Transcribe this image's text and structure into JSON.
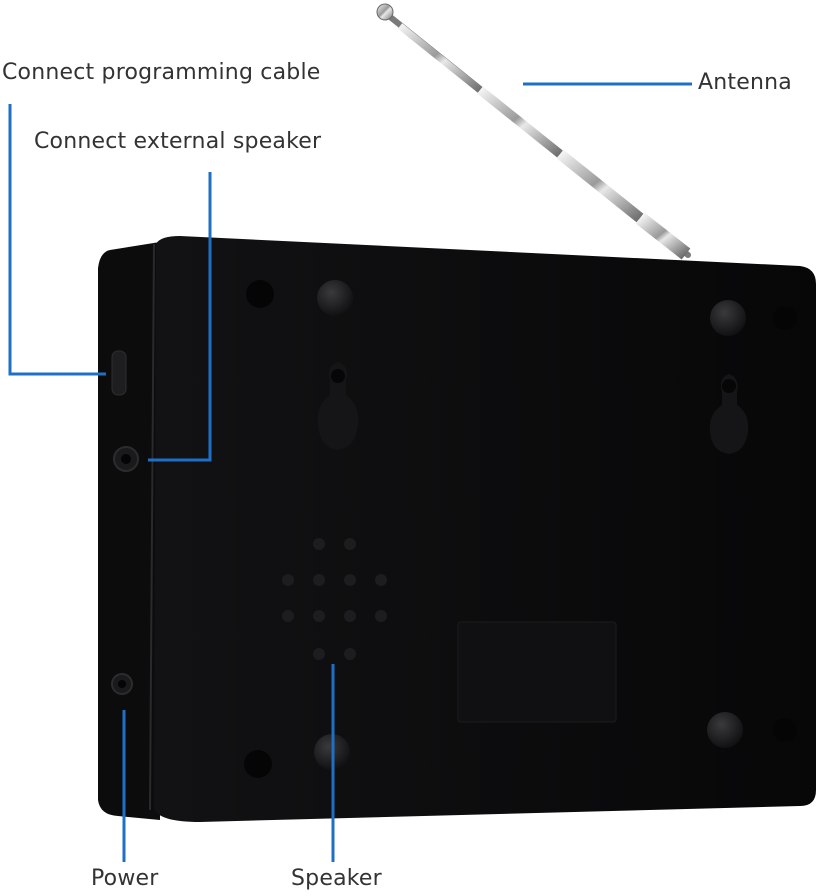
{
  "callouts": {
    "programming_cable": "Connect programming cable",
    "external_speaker": "Connect external speaker",
    "antenna": "Antenna",
    "power": "Power",
    "speaker": "Speaker"
  },
  "colors": {
    "leader_line": "#1f6fc6",
    "device_body": "#0b0b0c",
    "label_text": "#333333"
  },
  "icons": [
    "telescopic-antenna",
    "usb-port",
    "audio-jack",
    "power-jack",
    "speaker-grille",
    "mounting-keyhole",
    "rubber-foot"
  ]
}
